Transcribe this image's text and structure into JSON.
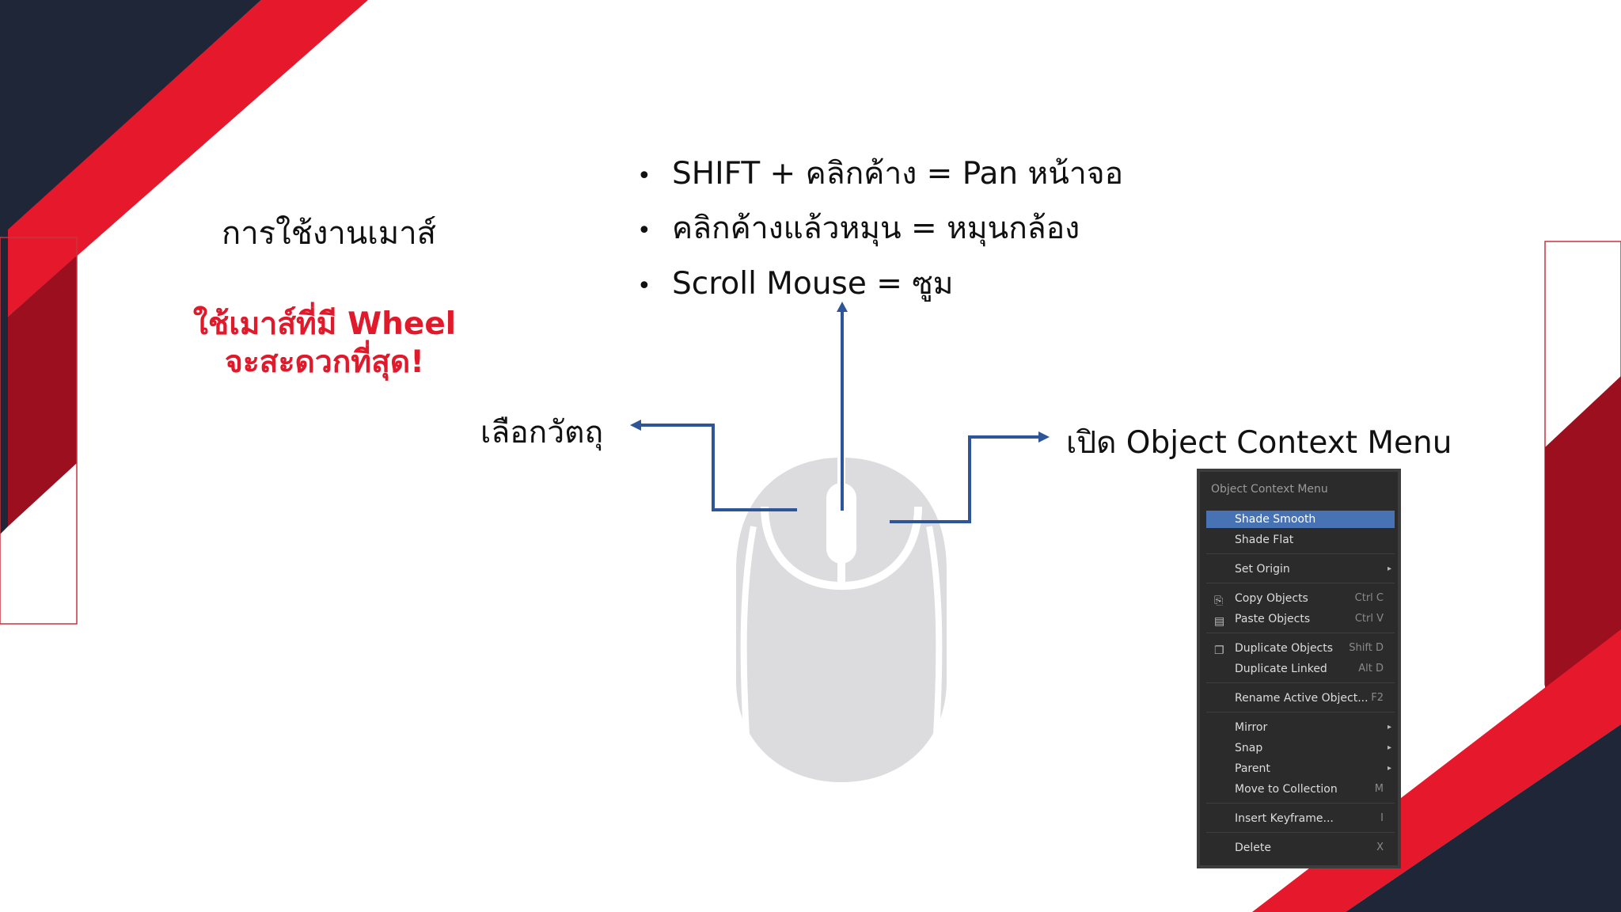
{
  "slide": {
    "title": "การใช้งานเมาส์",
    "tip_line1": "ใช้เมาส์ที่มี Wheel",
    "tip_line2": "จะสะดวกที่สุด!",
    "bullets": [
      "SHIFT + คลิกค้าง = Pan หน้าจอ",
      "คลิกค้างแล้วหมุน = หมุนกล้อง",
      "Scroll Mouse = ซูม"
    ],
    "left_button_label": "เลือกวัตถุ",
    "right_button_label": "เปิด Object Context Menu"
  },
  "colors": {
    "navy": "#1e2638",
    "red": "#e5182c",
    "dark_red": "#9b0f1e",
    "arrow_blue": "#2e5597",
    "mouse_gray": "#dcdcdf"
  },
  "icons": {
    "bullet": "•",
    "submenu": "▸",
    "copy": "copy-objects-icon",
    "paste": "paste-objects-icon",
    "duplicate": "duplicate-objects-icon"
  },
  "context_menu": {
    "title": "Object Context Menu",
    "items": [
      {
        "label": "Shade Smooth",
        "shortcut": "",
        "active": true
      },
      {
        "label": "Shade Flat",
        "shortcut": ""
      },
      {
        "label": "Set Origin",
        "shortcut": "",
        "submenu": true
      },
      {
        "label": "Copy Objects",
        "shortcut": "Ctrl C"
      },
      {
        "label": "Paste Objects",
        "shortcut": "Ctrl V"
      },
      {
        "label": "Duplicate Objects",
        "shortcut": "Shift D"
      },
      {
        "label": "Duplicate Linked",
        "shortcut": "Alt D"
      },
      {
        "label": "Rename Active Object...",
        "shortcut": "F2"
      },
      {
        "label": "Mirror",
        "shortcut": "",
        "submenu": true
      },
      {
        "label": "Snap",
        "shortcut": "",
        "submenu": true
      },
      {
        "label": "Parent",
        "shortcut": "",
        "submenu": true
      },
      {
        "label": "Move to Collection",
        "shortcut": "M"
      },
      {
        "label": "Insert Keyframe...",
        "shortcut": "I"
      },
      {
        "label": "Delete",
        "shortcut": "X"
      }
    ]
  }
}
